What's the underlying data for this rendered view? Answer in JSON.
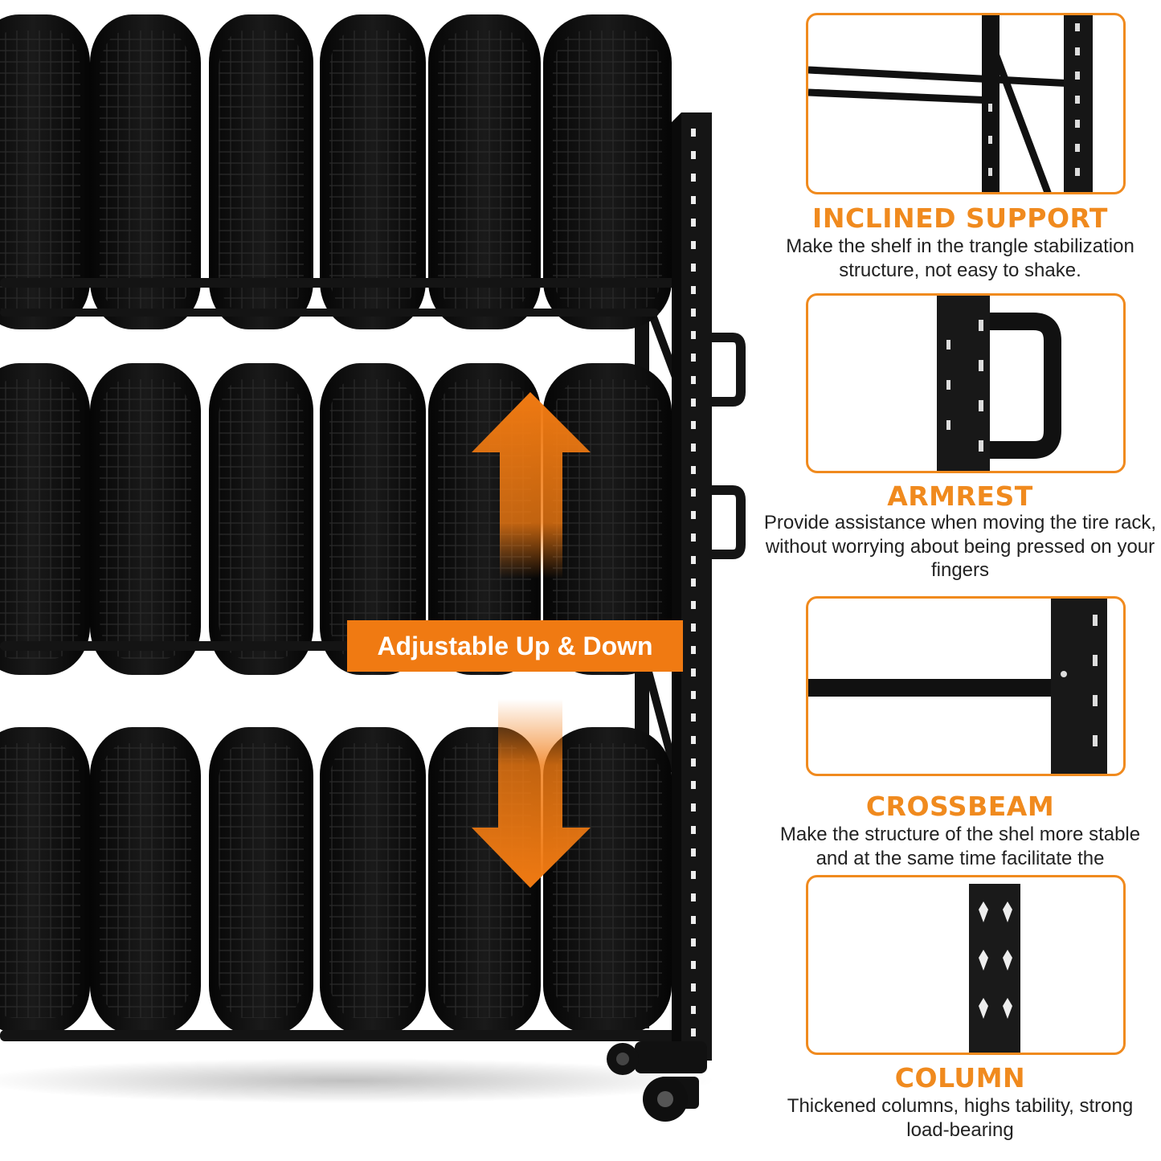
{
  "badge": {
    "label": "Adjustable Up & Down"
  },
  "features": [
    {
      "title": "INCLINED SUPPORT",
      "description": "Make the shelf in the trangle stabilization structure, not easy to shake.",
      "image_icon": "inclined-support-closeup"
    },
    {
      "title": "ARMREST",
      "description": "Provide assistance when moving the tire rack, without worrying about being pressed on your fingers",
      "image_icon": "armrest-handle-closeup"
    },
    {
      "title": "CROSSBEAM",
      "description": "Make the structure of the shel more stable and at the same time facilitate the",
      "image_icon": "crossbeam-closeup"
    },
    {
      "title": "COLUMN",
      "description": "Thickened columns, highs tability, strong load-bearing",
      "image_icon": "column-closeup"
    }
  ],
  "colors": {
    "accent": "#f08a1e",
    "badge": "#f07a12",
    "rack": "#111111",
    "tire": "#0a0a0a"
  }
}
